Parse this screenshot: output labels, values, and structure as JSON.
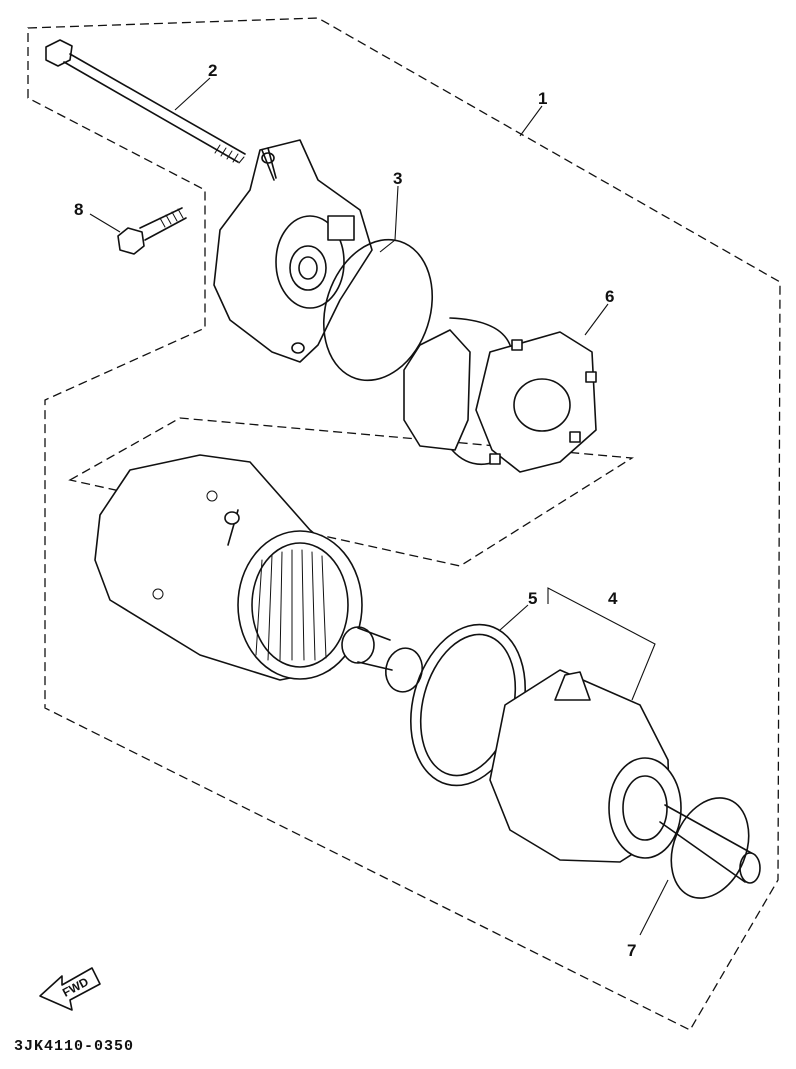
{
  "diagram": {
    "callouts": [
      {
        "id": "1",
        "label": "1"
      },
      {
        "id": "2",
        "label": "2"
      },
      {
        "id": "3",
        "label": "3"
      },
      {
        "id": "4",
        "label": "4"
      },
      {
        "id": "5",
        "label": "5"
      },
      {
        "id": "6",
        "label": "6"
      },
      {
        "id": "7",
        "label": "7"
      },
      {
        "id": "8",
        "label": "8"
      }
    ],
    "fwd_label": "FWD",
    "part_number": "3JK4110-0350"
  }
}
